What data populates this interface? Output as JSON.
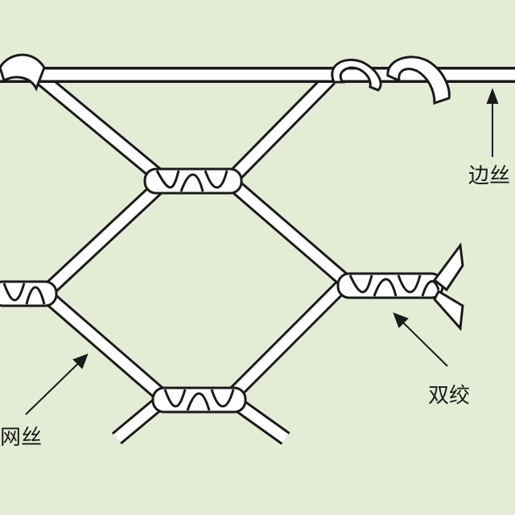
{
  "colors": {
    "background": "#e4ecd6",
    "wire_fill": "#ffffff",
    "wire_outline": "#1a1a1a"
  },
  "labels": {
    "selvedge_wire": "边丝",
    "double_twist": "双绞",
    "mesh_wire": "网丝"
  }
}
